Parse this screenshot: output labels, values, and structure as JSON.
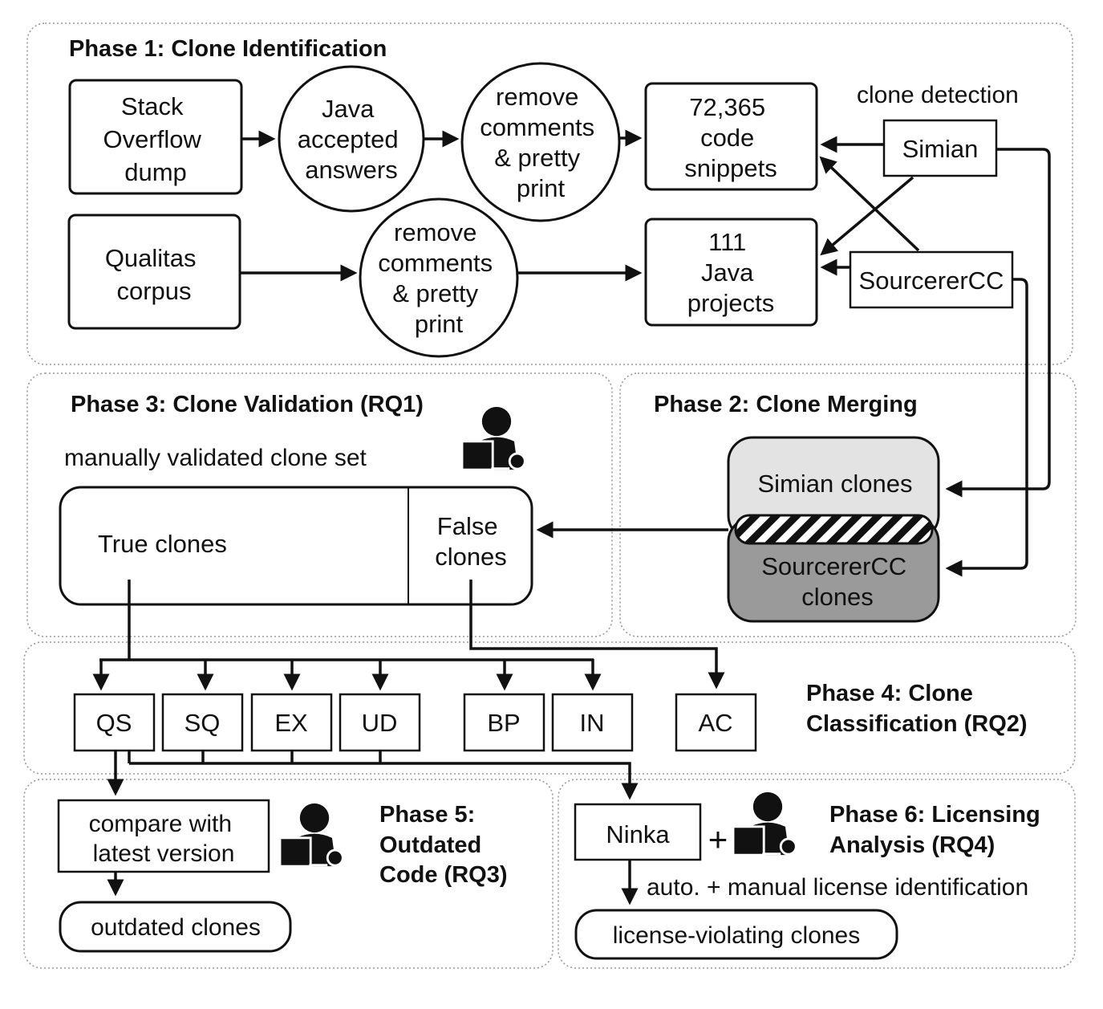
{
  "phases": {
    "p1": "Phase 1: Clone Identification",
    "p2": "Phase 2: Clone Merging",
    "p3": "Phase 3: Clone Validation (RQ1)",
    "p4": [
      "Phase 4: Clone",
      "Classification (RQ2)"
    ],
    "p5": [
      "Phase 5:",
      "Outdated",
      "Code (RQ3)"
    ],
    "p6": [
      "Phase 6: Licensing",
      "Analysis (RQ4)"
    ]
  },
  "phase1": {
    "so_dump": [
      "Stack",
      "Overflow",
      "dump"
    ],
    "java_answers": [
      "Java",
      "accepted",
      "answers"
    ],
    "remove_top": [
      "remove",
      "comments",
      "& pretty",
      "print"
    ],
    "snippets": [
      "72,365",
      "code",
      "snippets"
    ],
    "clone_detection": "clone detection",
    "simian": "Simian",
    "qualitas": [
      "Qualitas",
      "corpus"
    ],
    "remove_bottom": [
      "remove",
      "comments",
      "& pretty",
      "print"
    ],
    "projects": [
      "111",
      "Java",
      "projects"
    ],
    "sourcerercc": "SourcererCC"
  },
  "phase2": {
    "simian_clones": "Simian clones",
    "sourcerercc_clones": [
      "SourcererCC",
      "clones"
    ]
  },
  "phase3": {
    "set_label": "manually validated clone set",
    "true_clones": "True clones",
    "false_clones": [
      "False",
      "clones"
    ]
  },
  "phase4": {
    "categories": [
      "QS",
      "SQ",
      "EX",
      "UD",
      "BP",
      "IN",
      "AC"
    ]
  },
  "phase5": {
    "compare": [
      "compare with",
      "latest version"
    ],
    "outdated": "outdated clones"
  },
  "phase6": {
    "ninka": "Ninka",
    "plus": "+",
    "note": "auto. + manual license identification",
    "violating": "license-violating clones"
  },
  "icons": [
    "person-laptop-icon",
    "arrow-icon"
  ]
}
